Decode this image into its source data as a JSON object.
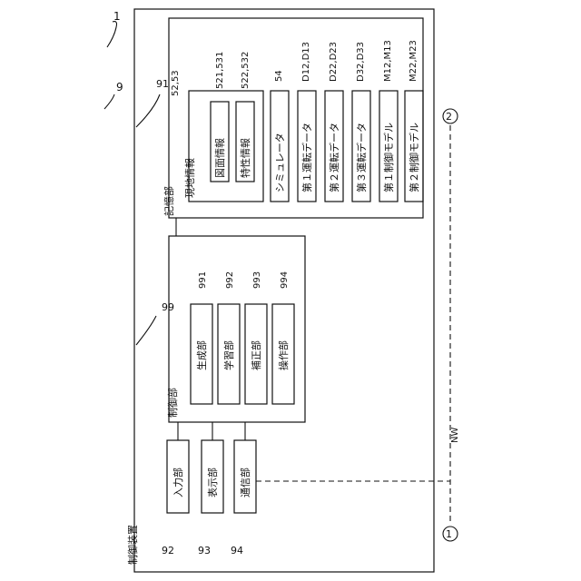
{
  "figure": {
    "ref": "1",
    "device_ref": "9",
    "device_label": "制御装置",
    "storage": {
      "label": "記憶部",
      "ref": "91"
    },
    "site_info": {
      "label": "現地情報",
      "ref": "52,53"
    },
    "drawing_info": {
      "label": "図面情報",
      "ref": "521,531"
    },
    "char_info": {
      "label": "特性情報",
      "ref": "522,532"
    },
    "storage_items": [
      {
        "label": "シミュレータ",
        "ref": "54"
      },
      {
        "label": "第１運転データ",
        "ref": "D12,D13"
      },
      {
        "label": "第２運転データ",
        "ref": "D22,D23"
      },
      {
        "label": "第３運転データ",
        "ref": "D32,D33"
      },
      {
        "label": "第１制御モデル",
        "ref": "M12,M13"
      },
      {
        "label": "第２制御モデル",
        "ref": "M22,M23"
      }
    ],
    "control": {
      "label": "制御部",
      "ref": "99"
    },
    "control_items": [
      {
        "label": "生成部",
        "ref": "991"
      },
      {
        "label": "学習部",
        "ref": "992"
      },
      {
        "label": "補正部",
        "ref": "993"
      },
      {
        "label": "操作部",
        "ref": "994"
      }
    ],
    "io_items": [
      {
        "label": "入力部",
        "ref": "92"
      },
      {
        "label": "表示部",
        "ref": "93"
      },
      {
        "label": "通信部",
        "ref": "94"
      }
    ],
    "network": {
      "label": "NW"
    },
    "node_1": "1",
    "node_2": "2"
  }
}
